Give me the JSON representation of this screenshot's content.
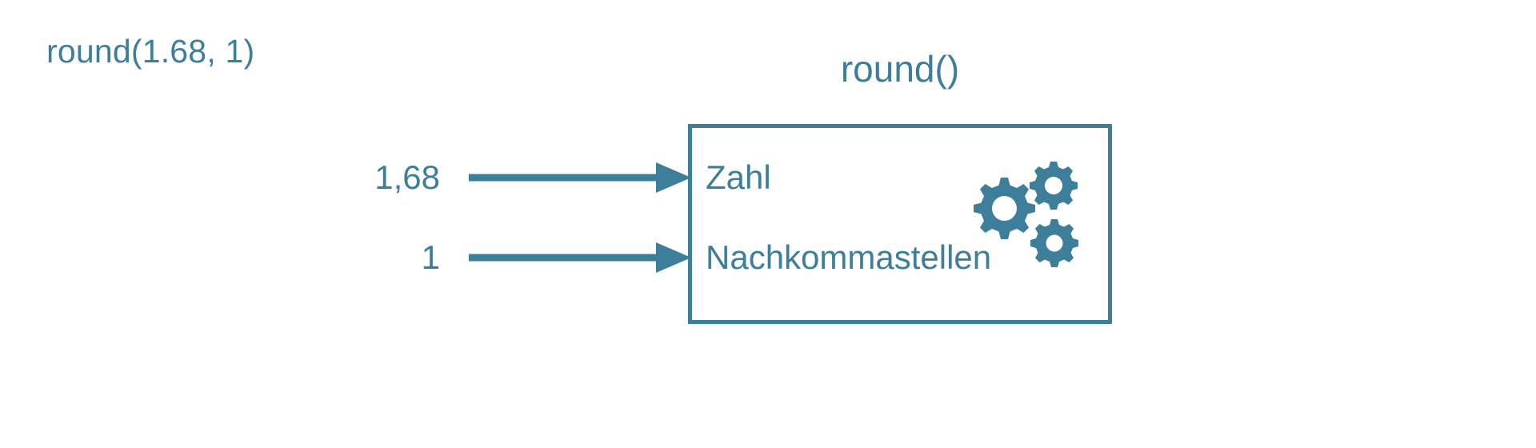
{
  "annotation": {
    "expression": "round(1.68, 1)"
  },
  "function_box": {
    "title": "round()",
    "border_color": "#3d7e9a",
    "fill_color": "#ffffff",
    "parameters": [
      {
        "label": "Zahl",
        "argument": "1,68"
      },
      {
        "label": "Nachkommastellen",
        "argument": "1"
      }
    ],
    "icon": "gears-icon"
  },
  "theme": {
    "accent": "#3d7e9a",
    "background": "#ffffff"
  }
}
